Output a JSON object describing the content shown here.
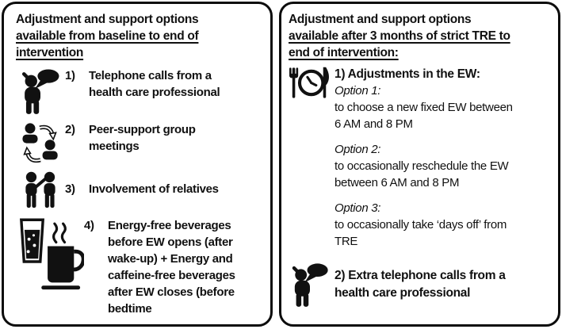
{
  "colors": {
    "ink": "#111111",
    "panel_border": "#0c0c0c",
    "background": "#ffffff"
  },
  "left_panel": {
    "title": {
      "line1": "Adjustment and support options",
      "underlined_lines": [
        "available from baseline to end of",
        "intervention"
      ]
    },
    "items": [
      {
        "number": "1)",
        "icon": "telephone-call-person-icon",
        "text_lines": [
          "Telephone calls from a",
          "health care professional"
        ]
      },
      {
        "number": "2)",
        "icon": "peer-support-group-icon",
        "text_lines": [
          "Peer-support group",
          "meetings"
        ]
      },
      {
        "number": "3)",
        "icon": "relatives-icon",
        "text_lines": [
          "Involvement of relatives"
        ]
      },
      {
        "number": "4)",
        "icon": "beverages-icon",
        "text_lines": [
          "Energy-free beverages",
          "before EW opens (after",
          "wake-up) + Energy and",
          "caffeine-free beverages",
          "after EW closes (before",
          "bedtime"
        ]
      }
    ]
  },
  "right_panel": {
    "title": {
      "line1": "Adjustment and support options",
      "underlined_lines": [
        "available after 3 months of strict TRE to",
        "end of intervention:"
      ]
    },
    "item1": {
      "icon": "meal-time-icon",
      "heading": "1) Adjustments in the EW:",
      "options": [
        {
          "label": "Option 1:",
          "text_lines": [
            "to choose a new fixed EW between",
            "6 AM and 8 PM"
          ]
        },
        {
          "label": "Option 2:",
          "text_lines": [
            "to occasionally reschedule the EW",
            "between 6 AM and 8 PM"
          ]
        },
        {
          "label": "Option 3:",
          "text_lines": [
            "to occasionally take ‘days off’ from",
            "TRE"
          ]
        }
      ]
    },
    "item2": {
      "icon": "telephone-call-person-icon",
      "heading_lines": [
        "2) Extra telephone calls from a",
        "health care professional"
      ]
    }
  }
}
